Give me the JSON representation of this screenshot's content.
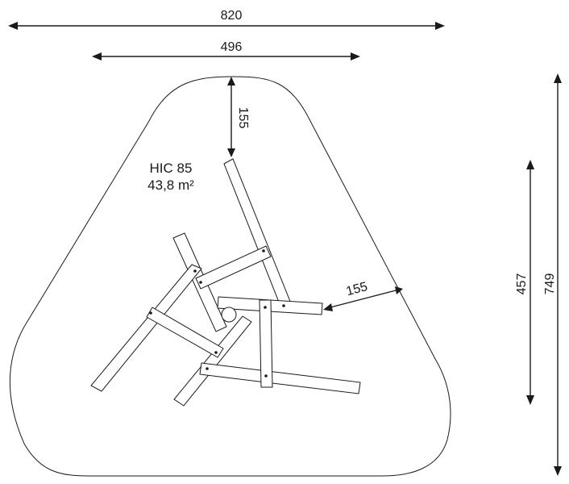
{
  "dimensions": {
    "overall_width": "820",
    "inner_width": "496",
    "top_safety": "155",
    "side_safety": "155",
    "inner_height": "457",
    "overall_height": "749"
  },
  "info": {
    "model": "HIC 85",
    "area": "43,8 m²"
  }
}
